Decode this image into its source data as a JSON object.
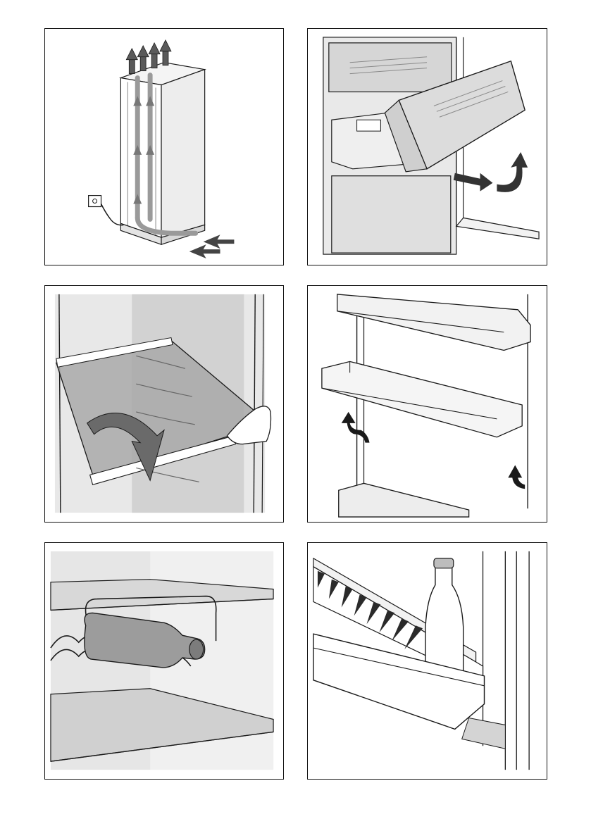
{
  "page": {
    "kind": "instruction-illustrations",
    "panel_count": 6
  },
  "panels": [
    {
      "id": "p1",
      "depicts": "ventilation-airflow",
      "text": ""
    },
    {
      "id": "p2",
      "depicts": "remove-freezer-drawer",
      "text": ""
    },
    {
      "id": "p3",
      "depicts": "remove-glass-shelf",
      "text": ""
    },
    {
      "id": "p4",
      "depicts": "remove-door-shelf",
      "text": ""
    },
    {
      "id": "p5",
      "depicts": "wine-bottle-rack",
      "text": ""
    },
    {
      "id": "p6",
      "depicts": "bottle-in-door-rack",
      "text": ""
    }
  ],
  "colors": {
    "line": "#1a1a1a",
    "grey_light": "#e4e4e4",
    "grey_mid": "#c8c8c8",
    "grey_dark": "#9a9a9a",
    "arrow": "#555555"
  }
}
